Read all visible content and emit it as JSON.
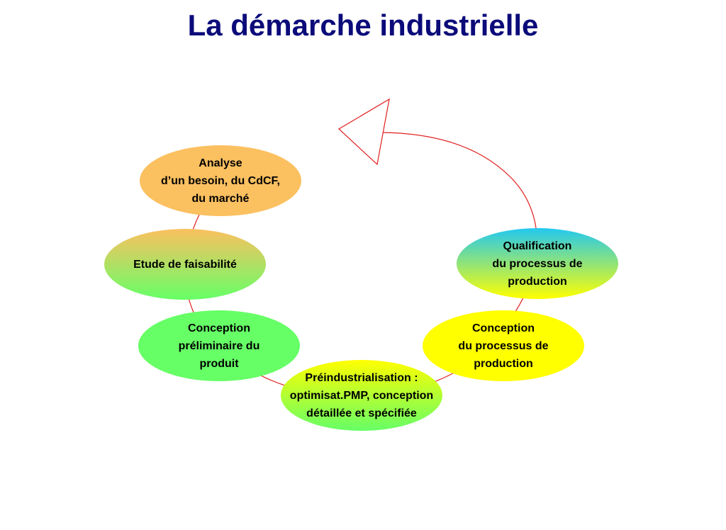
{
  "title": "La démarche industrielle",
  "colors": {
    "title": "#0b0b7a",
    "cycle_line": "#e02020",
    "orange": "#fbc060",
    "green": "#66ff66",
    "yellow": "#ffff00",
    "cyan": "#22c8f0"
  },
  "steps": [
    {
      "label": "Analyse\nd’un besoin, du CdCF,\ndu marché",
      "fill": "orange"
    },
    {
      "label": "Etude de faisabilité",
      "fill": "orange-to-green"
    },
    {
      "label": "Conception\npréliminaire du\nproduit",
      "fill": "green"
    },
    {
      "label": "Préindustrialisation :\noptimisat.PMP, conception\ndétaillée et spécifiée",
      "fill": "yellow-to-green"
    },
    {
      "label": "Conception\ndu processus de\nproduction",
      "fill": "yellow"
    },
    {
      "label": "Qualification\ndu processus de\nproduction",
      "fill": "cyan-to-yellow"
    }
  ]
}
